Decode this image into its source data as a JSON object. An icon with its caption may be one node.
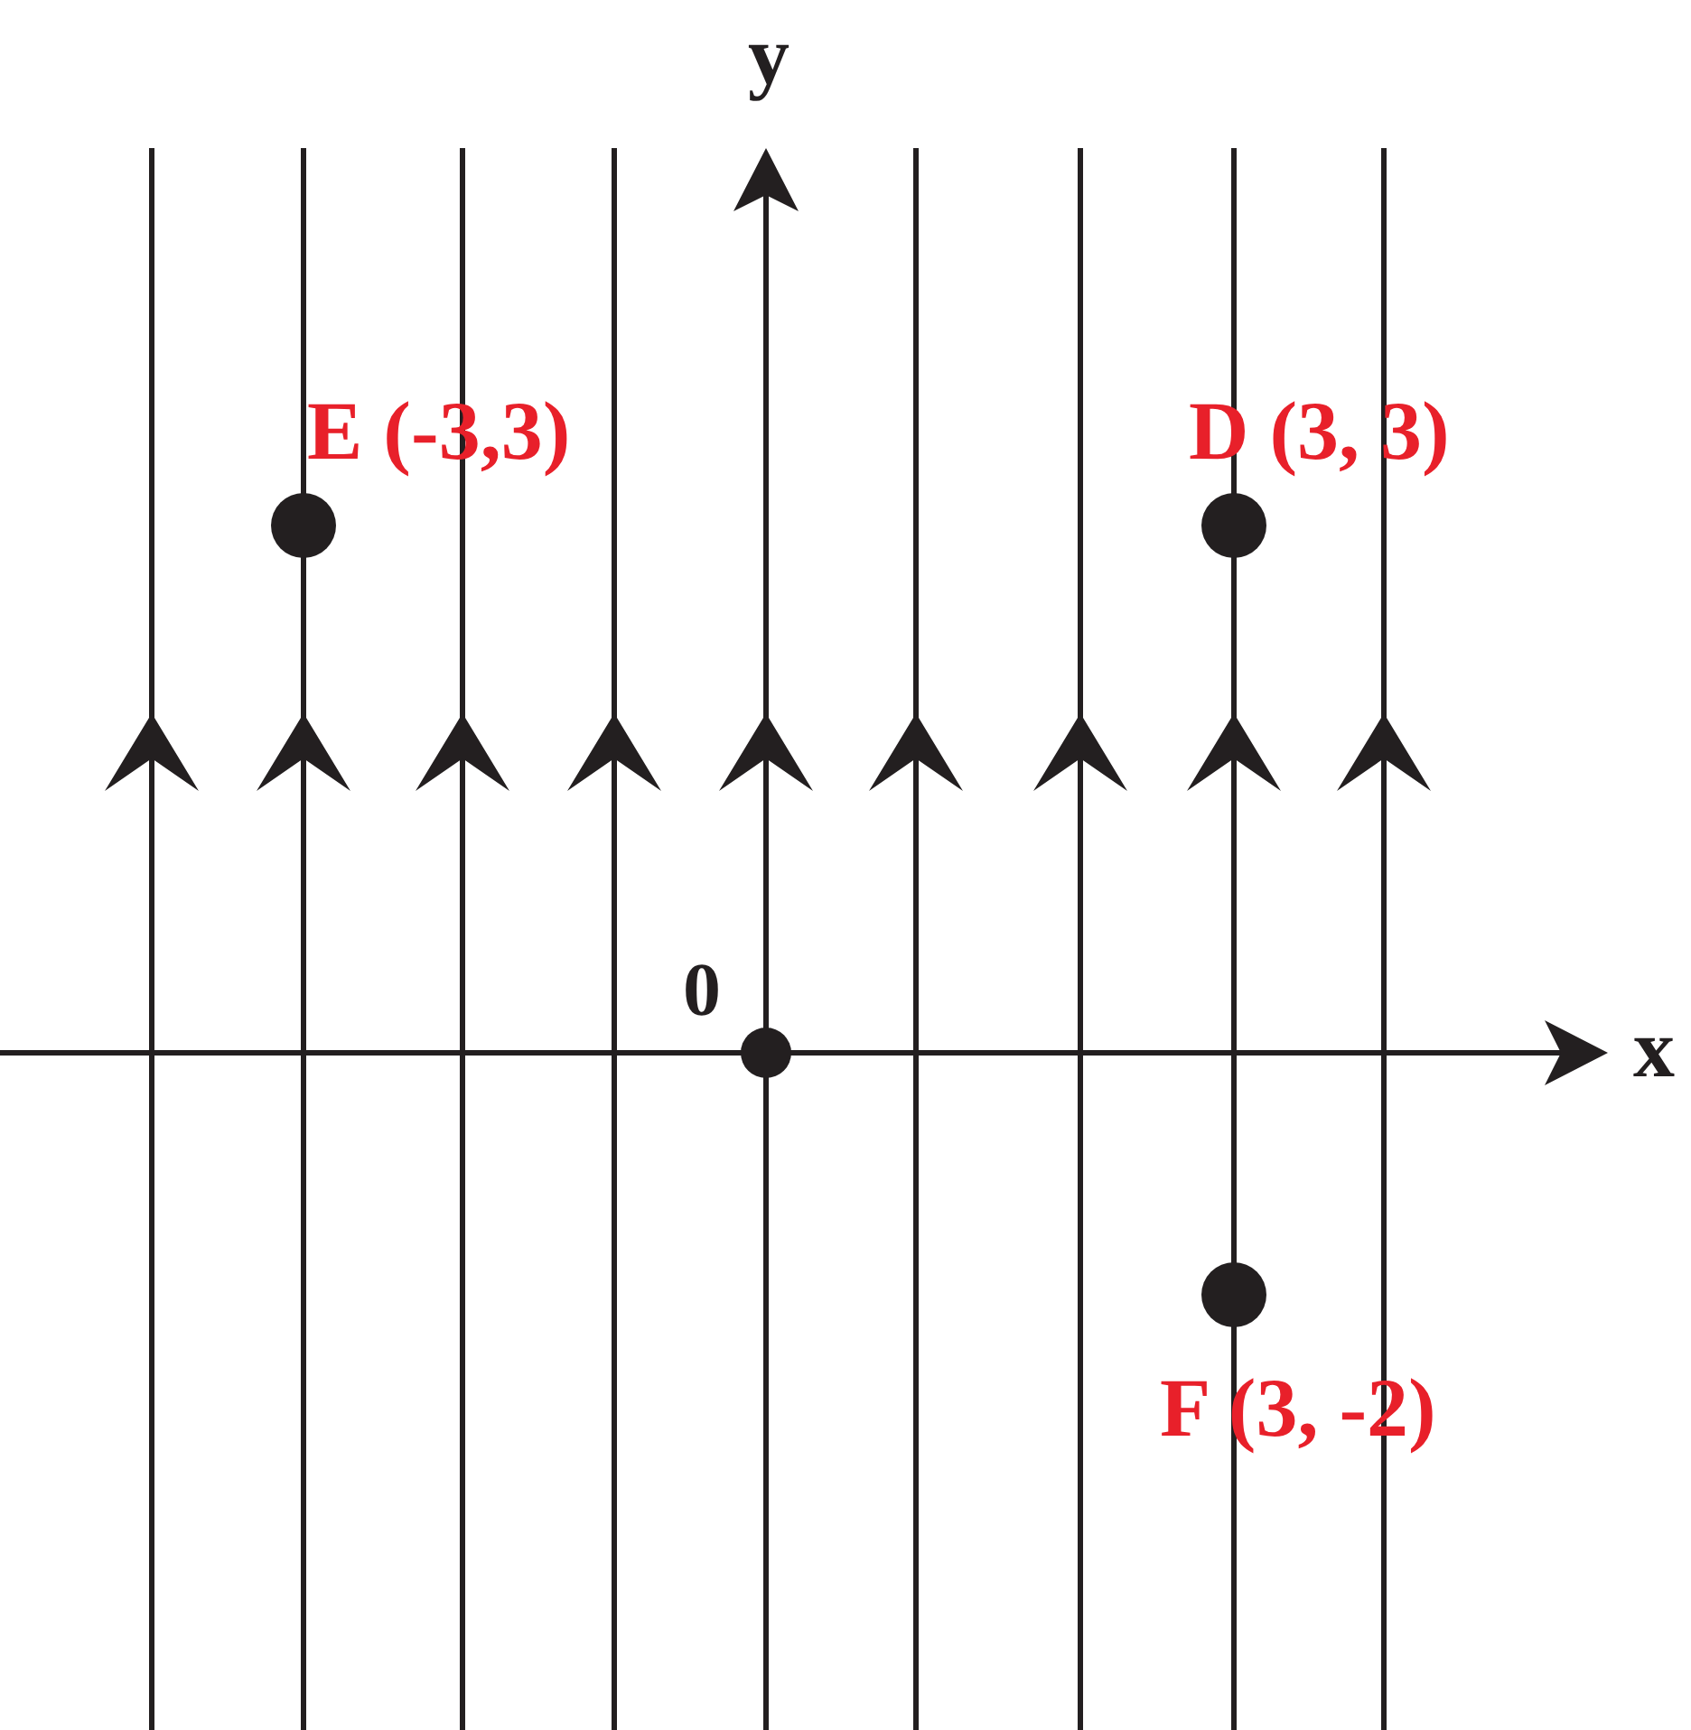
{
  "diagram": {
    "nodes": [
      {
        "text": [],
        "shape": "circle",
        "beside": [
          "E (-3,3)"
        ]
      },
      {
        "text": [],
        "shape": "circle",
        "beside": [
          "D (3, 3)"
        ]
      },
      {
        "text": [],
        "shape": "circle",
        "beside": [
          "0"
        ]
      },
      {
        "text": [],
        "shape": "circle",
        "beside": [
          "F (3, -2)"
        ]
      }
    ],
    "labels": [
      "y",
      "x"
    ]
  }
}
